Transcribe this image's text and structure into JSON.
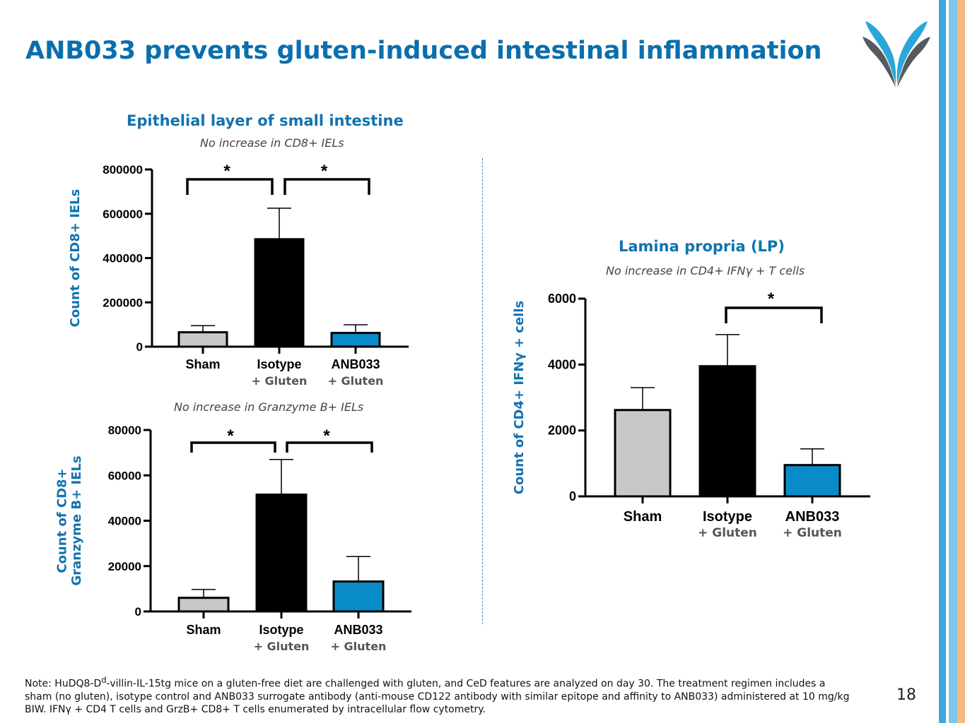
{
  "slide": {
    "title": "ANB033 prevents gluten-induced intestinal inflammation",
    "page_number": "18",
    "note_html": "Note: HuDQ8-D<sup>d</sup>-villin-IL-15tg mice on a gluten-free diet are challenged with gluten, and CeD features are analyzed on day 30. The treatment regimen includes a sham (no gluten), isotype control and ANB033 surrogate antibody (anti-mouse CD122 antibody with similar epitope and affinity to ANB033) administered at 10 mg/kg BIW. IFNγ + CD4 T cells and GrzB+ CD8+ T cells enumerated by intracellular flow cytometry.",
    "colors": {
      "brand_blue": "#1273ad",
      "sham": "#c8c8c8",
      "isotype": "#000000",
      "anb033": "#0a8bc9",
      "stripe_blue": "#3fa9dc",
      "stripe_orange": "#f5b985"
    }
  },
  "sections": {
    "epithelial": {
      "title": "Epithelial layer of small intestine",
      "subtitle": "No increase in CD8+ IELs"
    },
    "granzyme_subtitle": "No increase in Granzyme B+ IELs",
    "lamina": {
      "title": "Lamina propria (LP)",
      "subtitle": "No increase in CD4+ IFNγ + T cells"
    }
  },
  "chart_data": [
    {
      "type": "bar",
      "ylabel": [
        "Count of CD8+ IELs"
      ],
      "ylim": [
        0,
        800000
      ],
      "yticks": [
        0,
        200000,
        400000,
        600000,
        800000
      ],
      "categories": [
        "Sham",
        "Isotype",
        "ANB033"
      ],
      "category_sublabels": [
        "",
        "+ Gluten",
        "+ Gluten"
      ],
      "values": [
        65000,
        485000,
        62000
      ],
      "errors": [
        30000,
        140000,
        37000
      ],
      "colors": [
        "#c8c8c8",
        "#000000",
        "#0a8bc9"
      ],
      "significance": [
        {
          "from": 0,
          "to": 1,
          "label": "*"
        },
        {
          "from": 1,
          "to": 2,
          "label": "*"
        }
      ]
    },
    {
      "type": "bar",
      "ylabel": [
        "Count of CD8+",
        "Granzyme B+ IELs"
      ],
      "ylim": [
        0,
        80000
      ],
      "yticks": [
        0,
        20000,
        40000,
        60000,
        80000
      ],
      "categories": [
        "Sham",
        "Isotype",
        "ANB033"
      ],
      "category_sublabels": [
        "",
        "+ Gluten",
        "+ Gluten"
      ],
      "values": [
        6000,
        51500,
        13200
      ],
      "errors": [
        3700,
        15500,
        11000
      ],
      "colors": [
        "#c8c8c8",
        "#000000",
        "#0a8bc9"
      ],
      "significance": [
        {
          "from": 0,
          "to": 1,
          "label": "*"
        },
        {
          "from": 1,
          "to": 2,
          "label": "*"
        }
      ]
    },
    {
      "type": "bar",
      "ylabel": [
        "Count of CD4+ IFNγ + cells"
      ],
      "ylim": [
        0,
        6000
      ],
      "yticks": [
        0,
        2000,
        4000,
        6000
      ],
      "categories": [
        "Sham",
        "Isotype",
        "ANB033"
      ],
      "category_sublabels": [
        "",
        "+ Gluten",
        "+ Gluten"
      ],
      "values": [
        2620,
        3950,
        950
      ],
      "errors": [
        680,
        960,
        490
      ],
      "colors": [
        "#c8c8c8",
        "#000000",
        "#0a8bc9"
      ],
      "significance": [
        {
          "from": 1,
          "to": 2,
          "label": "*"
        }
      ]
    }
  ]
}
